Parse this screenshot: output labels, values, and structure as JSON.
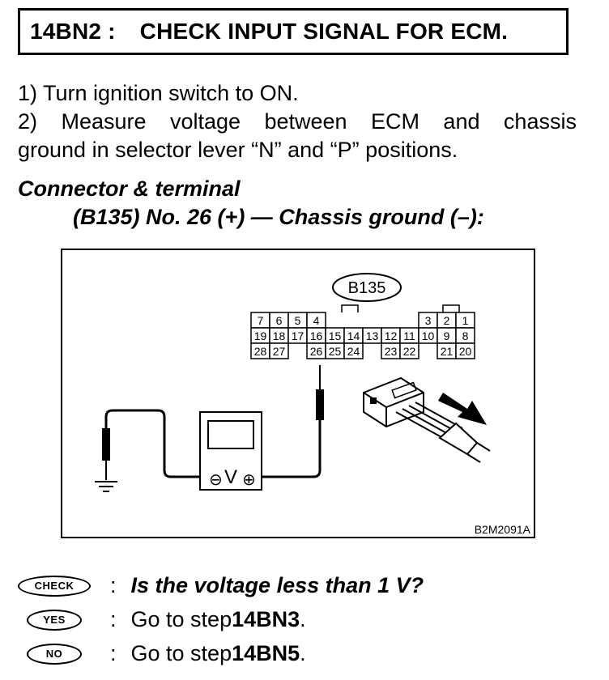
{
  "header": {
    "code": "14BN2 :",
    "title": "CHECK INPUT SIGNAL FOR ECM."
  },
  "steps": [
    "1)  Turn ignition switch to ON.",
    [
      "2)",
      "Measure",
      "voltage",
      "between",
      "ECM",
      "and",
      "chassis"
    ],
    "ground in selector lever “N” and “P” positions."
  ],
  "connector": {
    "heading": "Connector & terminal",
    "spec": "(B135) No. 26 (+) — Chassis ground (–):"
  },
  "figure": {
    "connector_label": "B135",
    "pins_row1": [
      "7",
      "6",
      "5",
      "4",
      "",
      "",
      "",
      "",
      "",
      "3",
      "2",
      "1"
    ],
    "pins_row2": [
      "19",
      "18",
      "17",
      "16",
      "15",
      "14",
      "13",
      "12",
      "11",
      "10",
      "9",
      "8"
    ],
    "pins_row3": [
      "28",
      "27",
      "",
      "26",
      "25",
      "24",
      "",
      "23",
      "22",
      "",
      "21",
      "20"
    ],
    "meter_symbol": "V",
    "meter_minus": "⊖",
    "meter_plus": "⊕",
    "figure_id": "B2M2091A"
  },
  "check": {
    "check_badge": "CHECK",
    "question": "Is the voltage less than 1 V?",
    "yes_badge": "YES",
    "yes_text": "Go to step ",
    "yes_step": "14BN3",
    "no_badge": "NO",
    "no_text": "Go to step ",
    "no_step": "14BN5",
    "separator": ":",
    "period": "."
  }
}
